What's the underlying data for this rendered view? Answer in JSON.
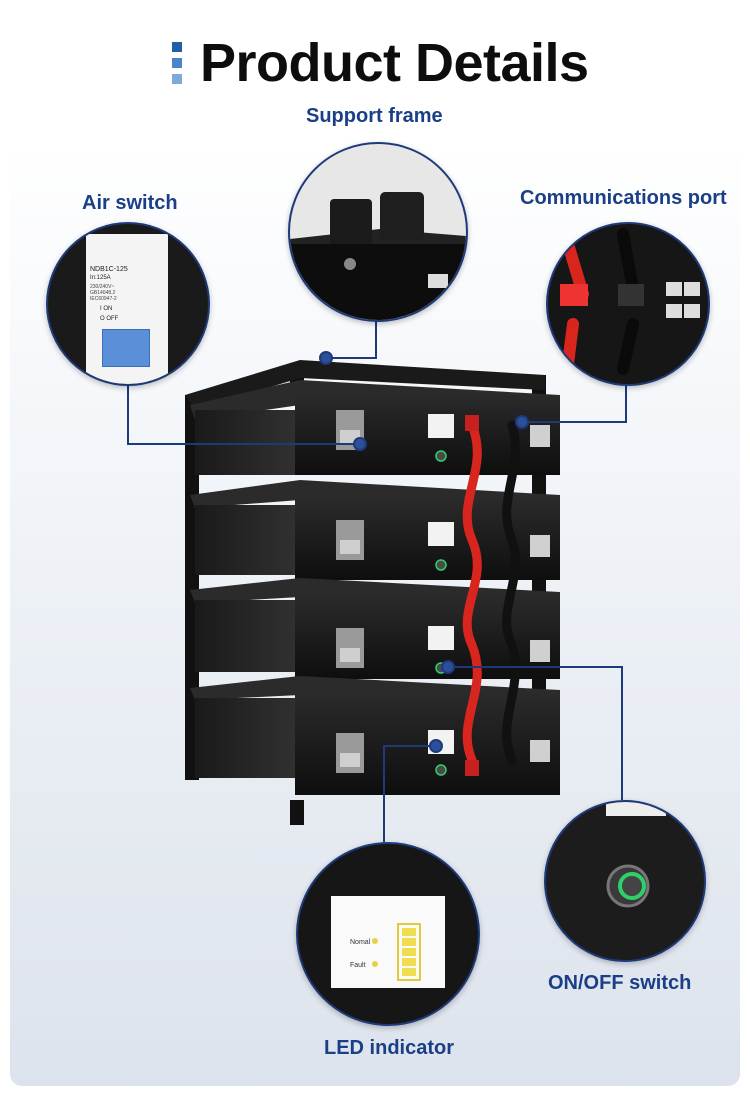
{
  "header": {
    "title": "Product Details"
  },
  "callouts": {
    "support_frame": "Support frame",
    "air_switch": "Air switch",
    "communications_port": "Communications port",
    "led_indicator": "LED indicator",
    "on_off_switch": "ON/OFF switch"
  },
  "breaker": {
    "model": "NDB1C-125",
    "rating": "In:125A",
    "spec1": "230/240V~",
    "spec2": "GB14048.2",
    "spec3": "IEC60947-2",
    "on_label": "I ON",
    "off_label": "O OFF"
  },
  "led_panel": {
    "normal": "Nomal",
    "fault": "Fault"
  },
  "colors": {
    "accent": "#1d3a7a",
    "label": "#1b3f86",
    "cable_pos": "#d8261f",
    "cable_neg": "#111111"
  },
  "battery_modules": 4
}
